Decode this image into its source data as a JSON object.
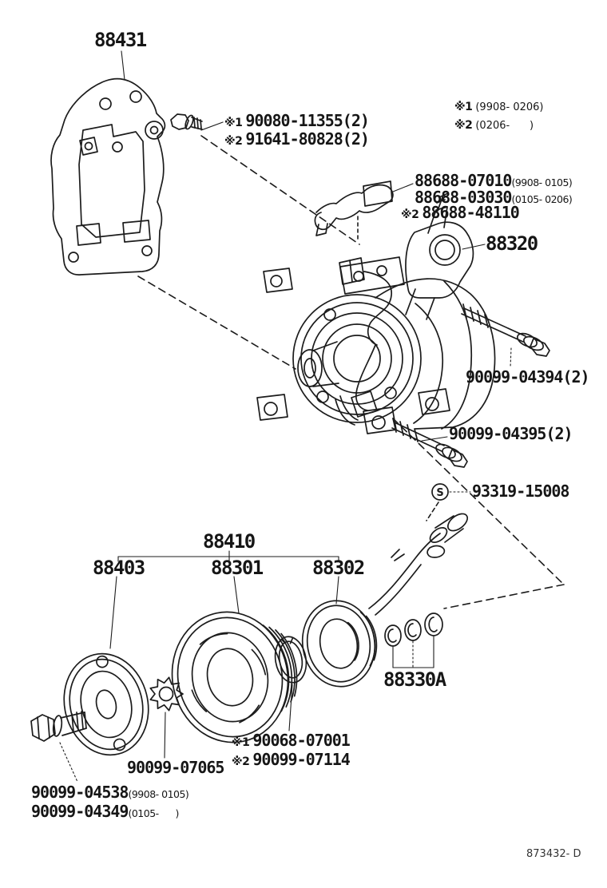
{
  "notes": [
    {
      "prefix": "※1",
      "range": "(9908- 0206)"
    },
    {
      "prefix": "※2",
      "range": "(0206-      )"
    }
  ],
  "parts": {
    "bracket": {
      "number": "88431"
    },
    "bracket_bolts": [
      {
        "prefix": "※1",
        "number": "90080-11355(2)"
      },
      {
        "prefix": "※2",
        "number": "91641-80828(2)"
      }
    ],
    "wire_clamp": [
      {
        "number": "88688-07010",
        "range": "(9908- 0105)"
      },
      {
        "number": "88688-03030",
        "range": "(0105- 0206)"
      },
      {
        "prefix": "※2",
        "number": "88688-48110"
      }
    ],
    "compressor_bracket": {
      "number": "88320"
    },
    "bolt_upper": {
      "number": "90099-04394(2)"
    },
    "bolt_lower": {
      "number": "90099-04395(2)"
    },
    "stud_bolt": {
      "marker": "S",
      "number": "93319-15008"
    },
    "clutch_assembly": {
      "number": "88410"
    },
    "clutch_hub": {
      "number": "88403"
    },
    "pulley": {
      "number": "88301"
    },
    "stator_coil": {
      "number": "88302"
    },
    "shims": {
      "number": "88330A"
    },
    "snap_rings": [
      {
        "prefix": "※1",
        "number": "90068-07001"
      },
      {
        "prefix": "※2",
        "number": "90099-07114"
      }
    ],
    "lock_washer": {
      "number": "90099-07065"
    },
    "shaft_bolt": [
      {
        "number": "90099-04538",
        "range": "(9908- 0105)"
      },
      {
        "number": "90099-04349",
        "range": "(0105-      )"
      }
    ]
  },
  "footer": {
    "drawing_code": "873432- D"
  }
}
